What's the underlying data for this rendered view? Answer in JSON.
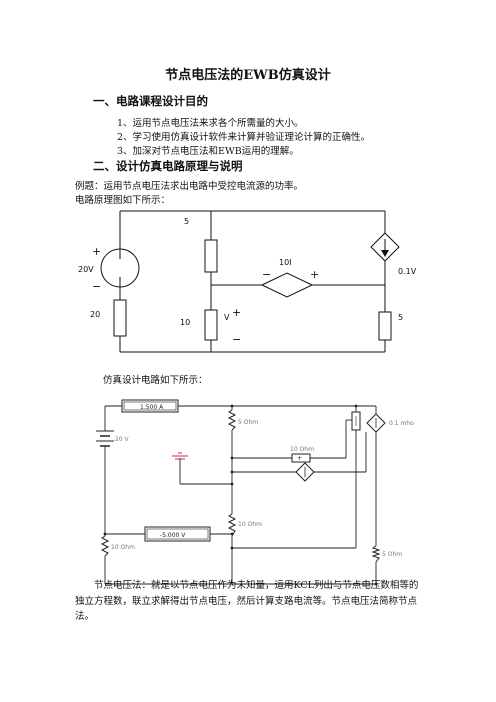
{
  "document": {
    "title": "节点电压法的EWB仿真设计",
    "section1": {
      "heading": "一、电路课程设计目的",
      "items": [
        "1、运用节点电压法来求各个所需量的大小。",
        "2、学习使用仿真设计软件来计算并验证理论计算的正确性。",
        "3、加深对节点电压法和EWB运用的理解。"
      ]
    },
    "section2": {
      "heading": "二、设计仿真电路原理与说明",
      "example": "例题：运用节点电压法求出电路中受控电流源的功率。",
      "schematic_intro": "电路原理图如下所示：",
      "sim_intro": "仿真设计电路如下所示："
    },
    "paragraph": "节点电压法：就是以节点电压作为未知量，运用KCL列出与节点电压数相等的独立方程数，联立求解得出节点电压，然后计算支路电流等。节点电压法简称节点法。"
  },
  "schematic": {
    "source_label": "20V",
    "r_left_label": "20",
    "r_top_label": "5",
    "r_bottom_label": "10",
    "r_series_label": "10I",
    "ctrl_label": "0.1V",
    "r_right_label": "5",
    "v_label": "V",
    "plus": "+",
    "minus": "−"
  },
  "simulation": {
    "ammeter": "1.500   A",
    "voltmeter": "-5.000   V",
    "battery": "20 V",
    "r1": "5 Ohm",
    "r2": "10 Ohm",
    "r3": "10 Ohm",
    "r4": "10 Ohm",
    "r5": "5 Ohm",
    "ccs": "0.1 mho",
    "colors": {
      "wire": "#222222",
      "label": "#777777",
      "ground": "#c0304a"
    }
  }
}
